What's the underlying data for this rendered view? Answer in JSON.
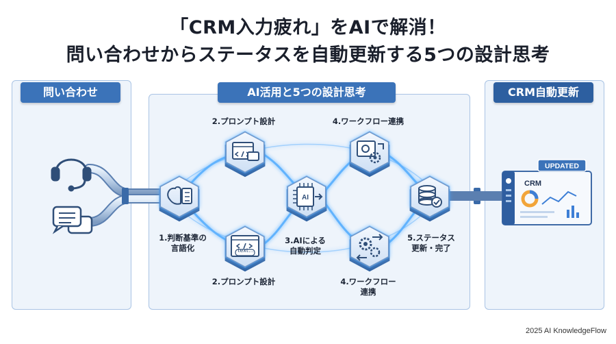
{
  "title": {
    "line1": "「CRM入力疲れ」をAIで解消！",
    "line2": "問い合わせからステータスを自動更新する5つの設計思考"
  },
  "panels": {
    "left": {
      "header": "問い合わせ"
    },
    "center": {
      "header": "AI活用と5つの設計思考"
    },
    "right": {
      "header": "CRM自動更新"
    }
  },
  "steps": [
    {
      "label_line1": "1.判断基準の",
      "label_line2": "言語化",
      "icon": "brain-checklist-icon"
    },
    {
      "label": "2.プロンプト設計",
      "icon": "code-window-icon"
    },
    {
      "label": "2.プロンプト設計",
      "icon": "code-text-window-icon"
    },
    {
      "label_line1": "3.AIによる",
      "label_line2": "自動判定",
      "icon": "ai-chip-icon"
    },
    {
      "label": "4.ワークフロー連携",
      "icon": "workflow-gears-icon"
    },
    {
      "label_line1": "4.ワークフロー",
      "label_line2": "連携",
      "icon": "gears-arrows-icon"
    },
    {
      "label_line1": "5.ステータス",
      "label_line2": "更新・完了",
      "icon": "database-check-icon"
    }
  ],
  "crm_window": {
    "title": "CRM",
    "badge": "UPDATED"
  },
  "code_snippet": {
    "text": "text..."
  },
  "credit": "2025 AI KnowledgeFlow",
  "colors": {
    "header_blue": "#2d5fa0",
    "panel_bg": "#eef4fb",
    "panel_border": "#a9c3e4",
    "glow_blue": "#4aa8ff",
    "node_face": "#e3eefb",
    "badge_blue": "#3b73b9"
  }
}
